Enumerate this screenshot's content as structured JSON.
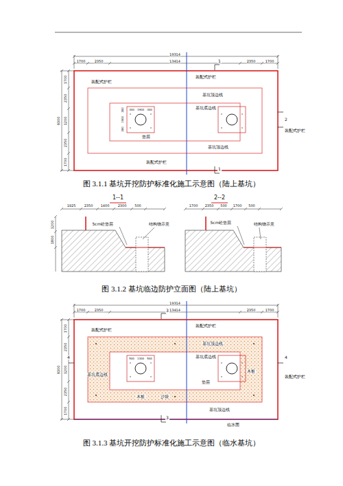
{
  "diagram": {
    "labels": [
      "19314",
      "1700",
      "2350",
      "13414",
      "2350",
      "1700",
      "1",
      "装配式护栏",
      "装配式护栏",
      "基坑顶边线",
      "基坑底边线",
      "300",
      "1900",
      "300",
      "300",
      "1900",
      "300",
      "2",
      "装配式护栏",
      "垫层",
      "基坑顶边线",
      "装配式护栏",
      "1",
      "1700",
      "2350",
      "1200",
      "2350",
      "1700",
      "9300",
      "图 3.1.1   基坑开挖防护标准化施工示意图（陆上基坑）",
      "1--1",
      "2--2",
      "1925",
      "2350",
      "1400",
      "2300",
      "500",
      "1700",
      "2350",
      "500",
      "1700",
      "500",
      "1200",
      "1800",
      "5cm砼垫层",
      "结构物示意",
      "5cm砼垫层",
      "结构物示意",
      "图 3.1.2   基坑临边防护立面图（陆上基坑）",
      "19314",
      "1700",
      "2350",
      "13414",
      "2350",
      "1700",
      "3",
      "装配式护栏",
      "装配式护栏",
      "基坑顶边线",
      "基坑底边线",
      "500",
      "1300",
      "500",
      "4",
      "4",
      "基坑底边线",
      "垫层",
      "木桩",
      "装配式护栏",
      "木桩",
      "沙袋",
      "基坑顶边线",
      "3",
      "临水面",
      "1700",
      "2350",
      "1200",
      "2350",
      "1700",
      "9300",
      "图 3.1.3   基坑开挖防护标准化施工示意图（临水基坑）"
    ]
  }
}
